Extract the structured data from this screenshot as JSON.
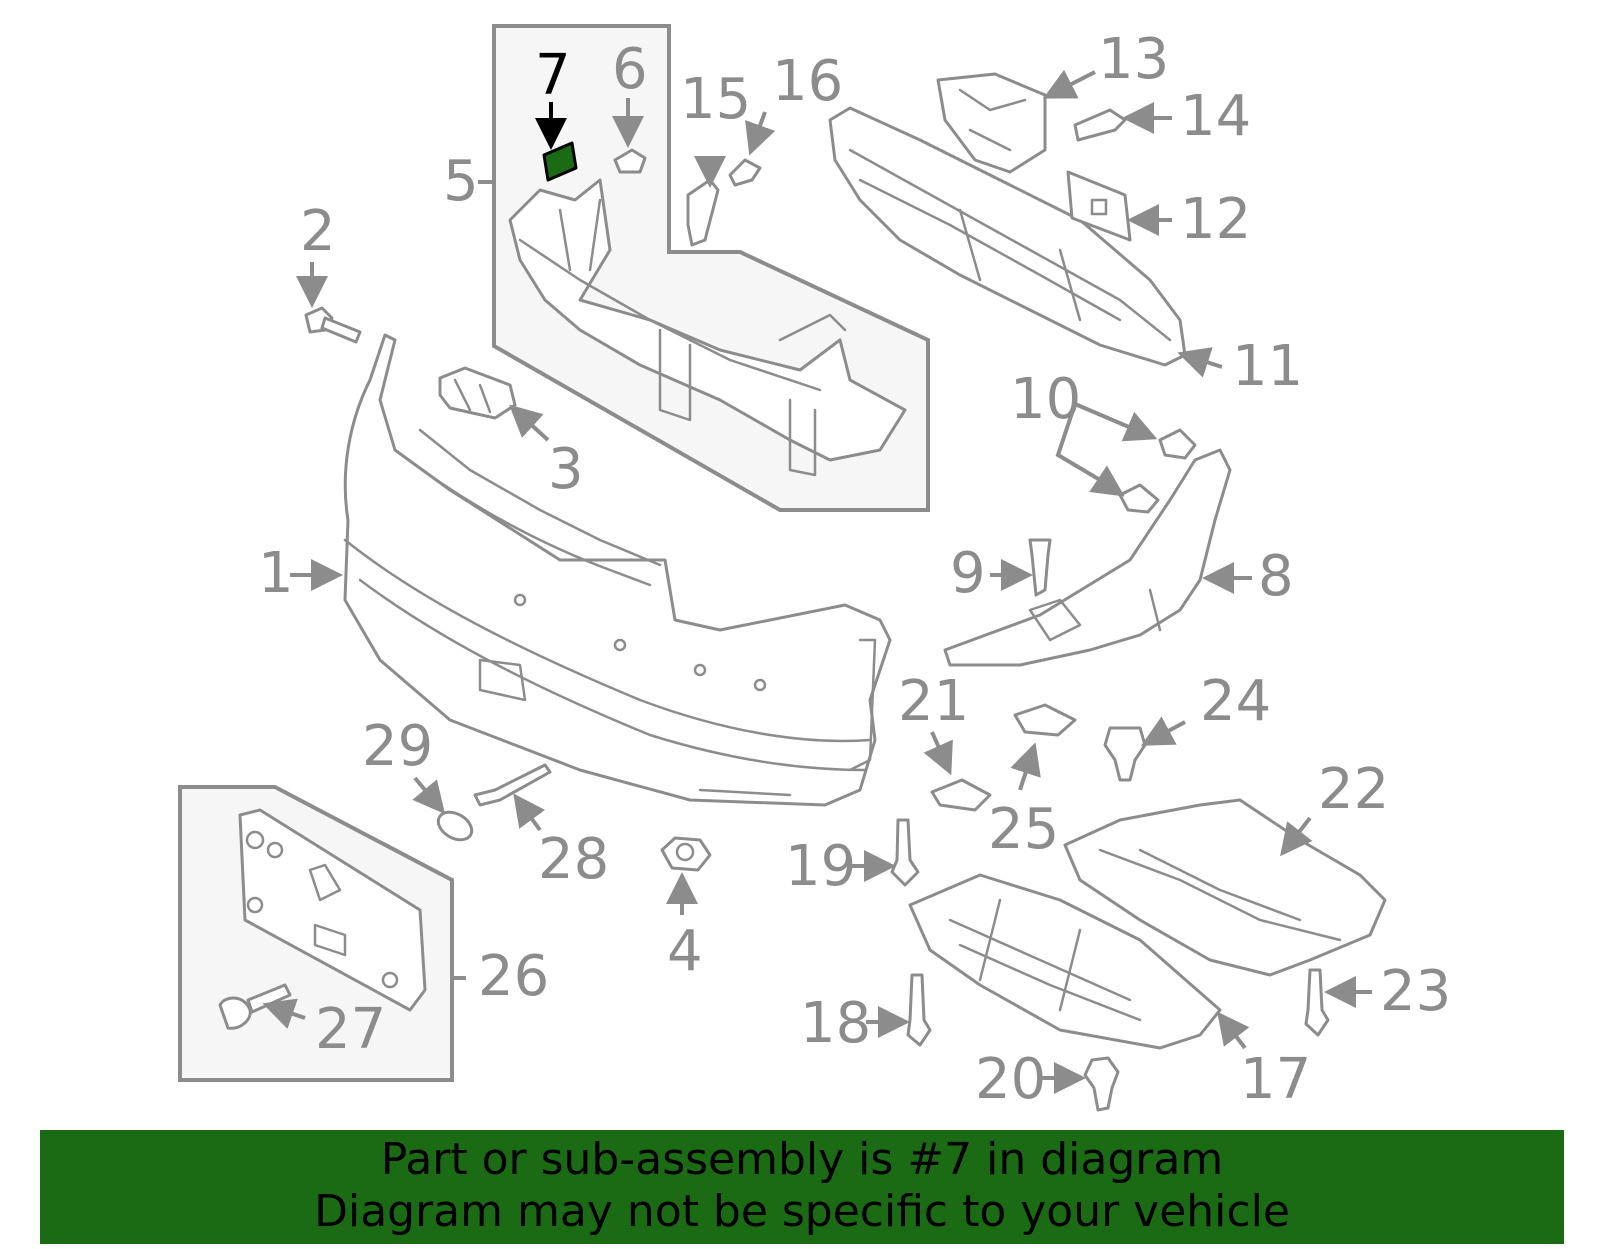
{
  "highlight": {
    "part_number": "7",
    "color": "#1a6b14"
  },
  "callouts": [
    "1",
    "2",
    "3",
    "4",
    "5",
    "6",
    "7",
    "8",
    "9",
    "10",
    "11",
    "12",
    "13",
    "14",
    "15",
    "16",
    "17",
    "18",
    "19",
    "20",
    "21",
    "22",
    "23",
    "24",
    "25",
    "26",
    "27",
    "28",
    "29"
  ],
  "banner": {
    "line1": "Part or sub-assembly is #7 in diagram",
    "line2": "Diagram may not be specific to your vehicle",
    "background": "#1a6b14"
  }
}
